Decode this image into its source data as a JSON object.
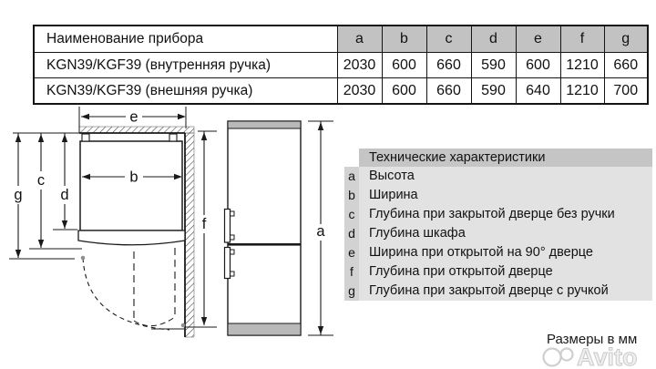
{
  "table": {
    "header": {
      "name_col": "Наименование прибора",
      "letters": [
        "a",
        "b",
        "c",
        "d",
        "e",
        "f",
        "g"
      ]
    },
    "rows": [
      {
        "name": "KGN39/KGF39 (внутренняя ручка)",
        "values": [
          "2030",
          "600",
          "660",
          "590",
          "600",
          "1210",
          "660"
        ]
      },
      {
        "name": "KGN39/KGF39 (внешняя ручка)",
        "values": [
          "2030",
          "600",
          "660",
          "590",
          "640",
          "1210",
          "700"
        ]
      }
    ]
  },
  "legend": {
    "title": "Технические характеристики",
    "items": [
      {
        "key": "a",
        "label": "Высота"
      },
      {
        "key": "b",
        "label": "Ширина"
      },
      {
        "key": "c",
        "label": "Глубина при закрытой дверце без ручки"
      },
      {
        "key": "d",
        "label": "Глубина шкафа"
      },
      {
        "key": "e",
        "label": "Ширина при открытой на 90° дверце"
      },
      {
        "key": "f",
        "label": "Глубина при открытой дверце"
      },
      {
        "key": "g",
        "label": "Глубина при закрытой дверце с ручкой"
      }
    ]
  },
  "diagram": {
    "dim_labels": {
      "a": "a",
      "b": "b",
      "c": "c",
      "d": "d",
      "e": "e",
      "f": "f",
      "g": "g"
    }
  },
  "footer": {
    "units_note": "Размеры в мм",
    "watermark": "Avito"
  },
  "colors": {
    "table_header_bg": "#c2c2c2",
    "legend_title_bg": "#c5c5c5",
    "legend_key_bg": "#d2d2d2",
    "legend_body_bg": "#e2e2e2",
    "fridge_cap_gray": "#b9b9b9",
    "line_color": "#1a1a1a",
    "watermark_gray": "#d9d9d9"
  }
}
